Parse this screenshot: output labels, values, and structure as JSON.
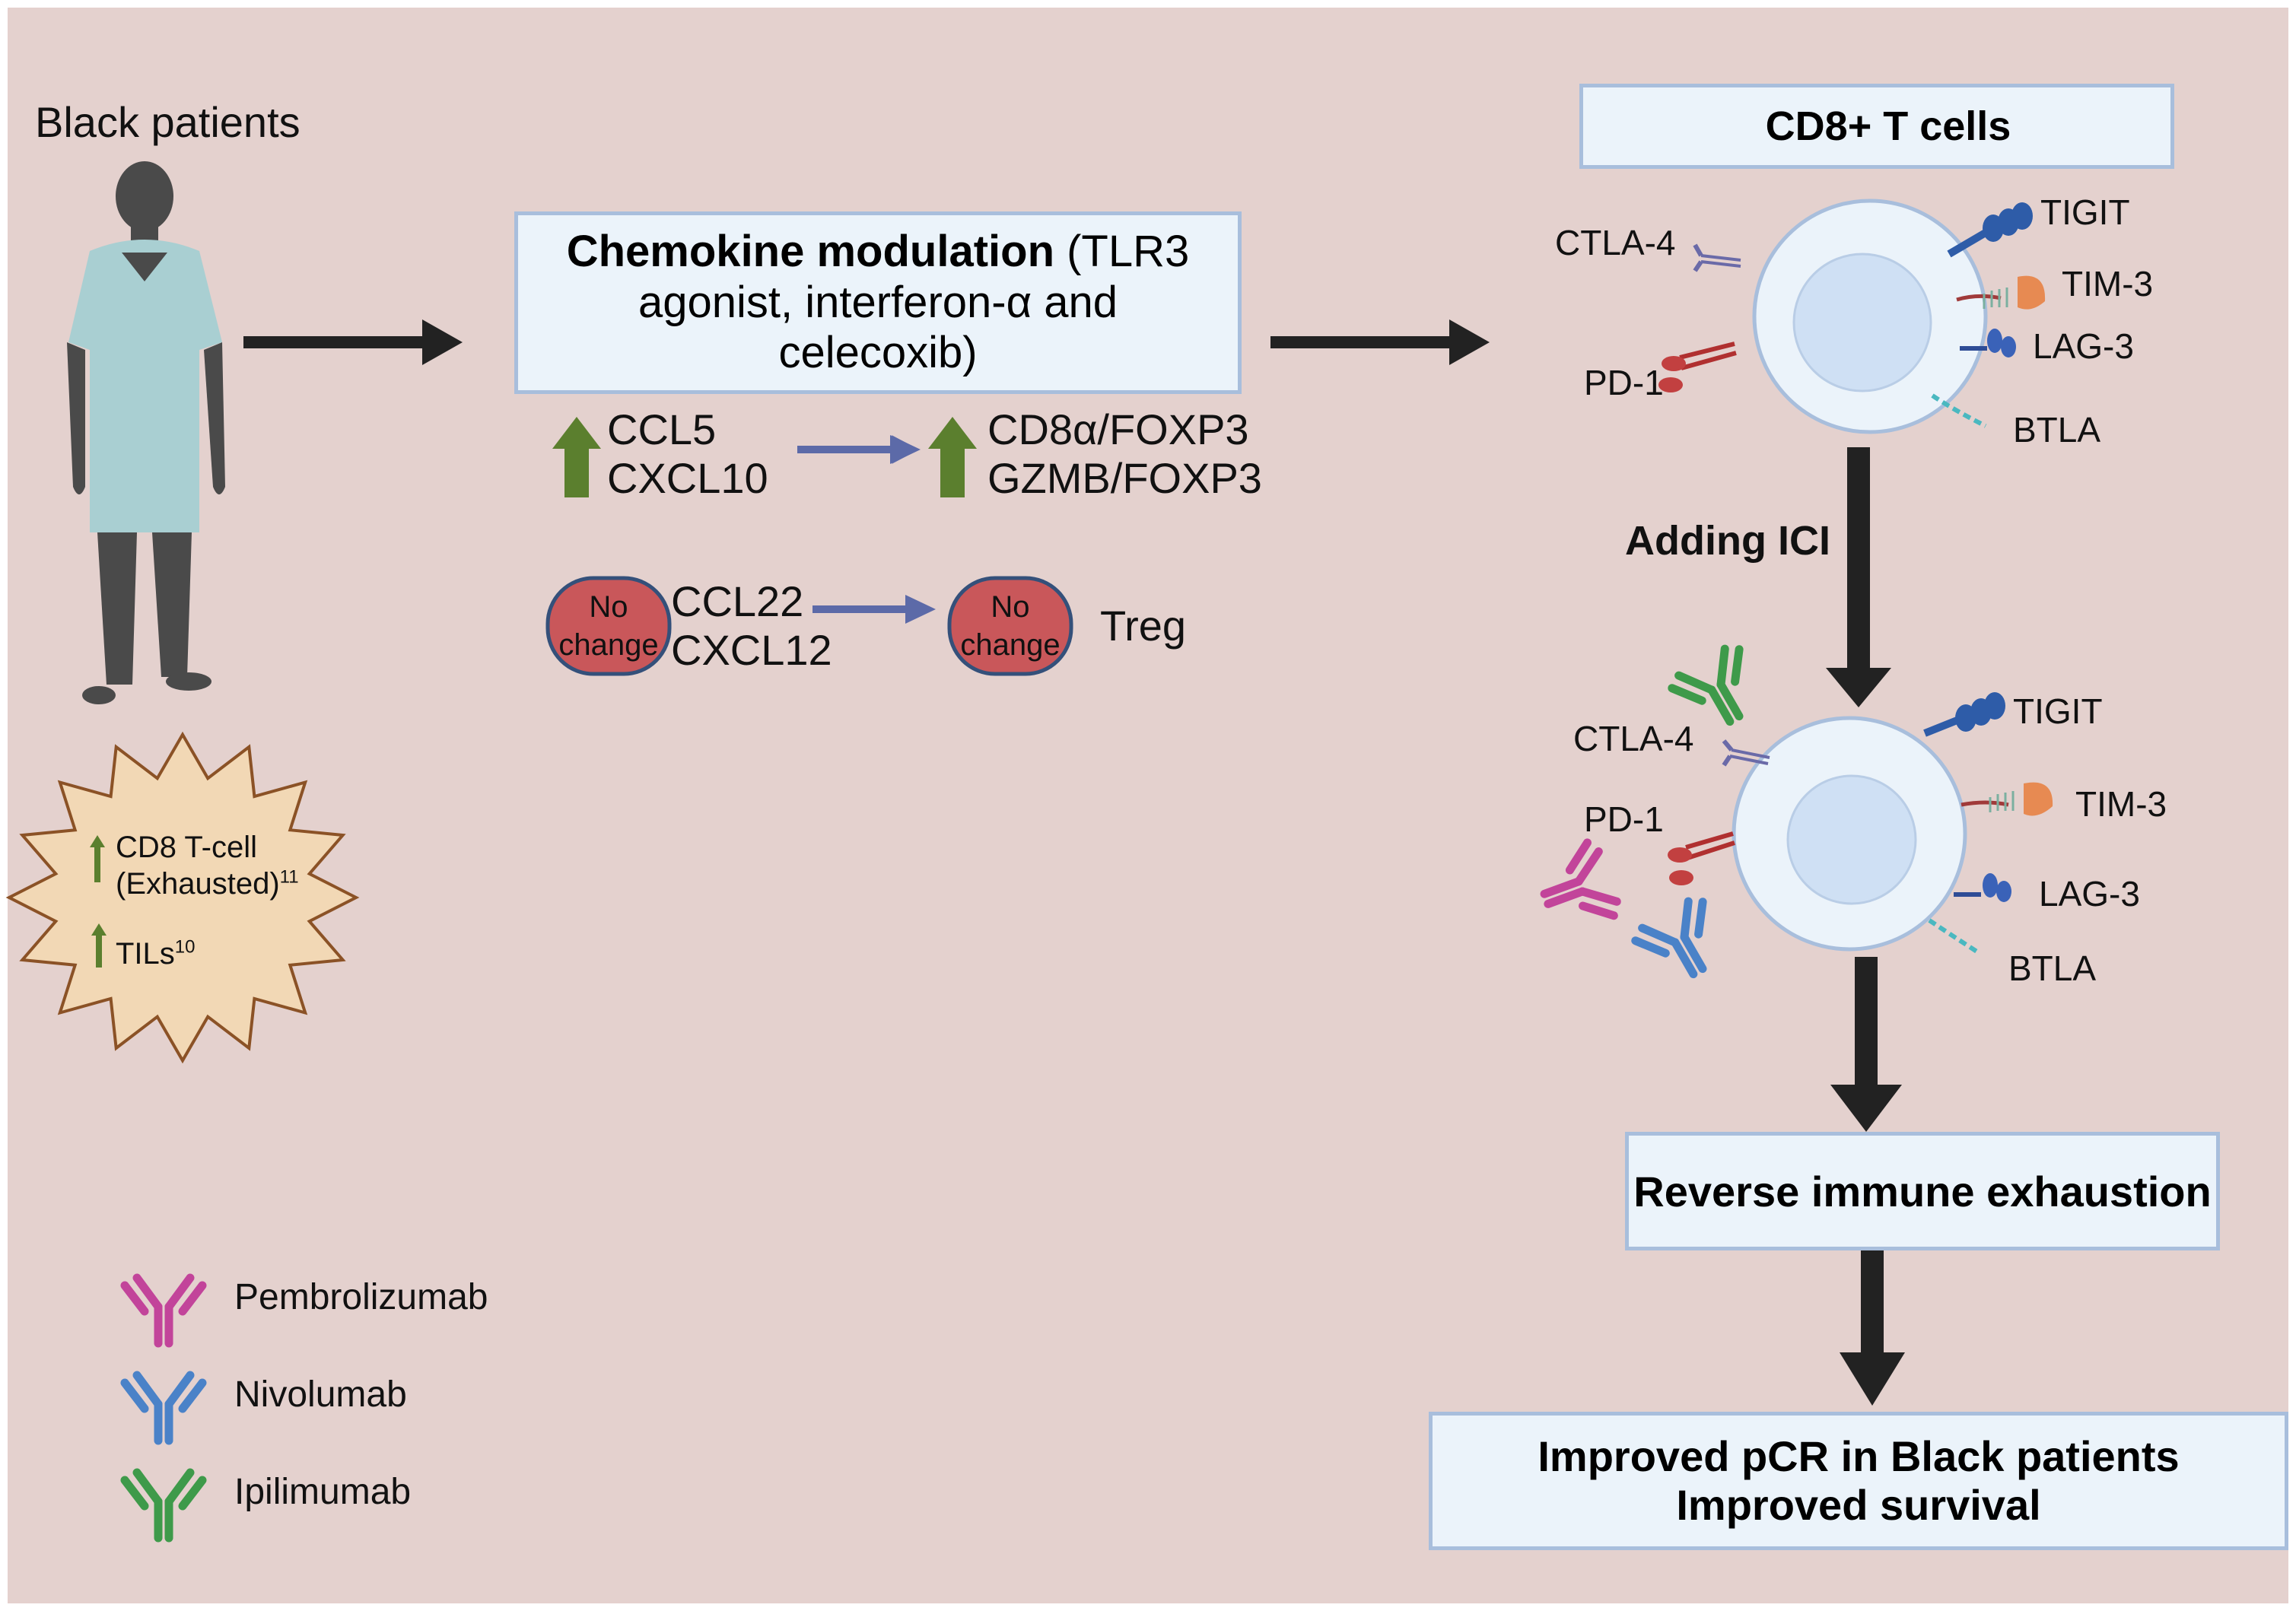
{
  "patient_label": "Black patients",
  "burst": {
    "line1": "CD8 T-cell",
    "line2": "(Exhausted)",
    "line2_sup": "11",
    "line3": "TILs",
    "line3_sup": "10"
  },
  "chemokine_box": {
    "bold": "Chemokine modulation",
    "rest": " (TLR3",
    "line2": "agonist, interferon-α and",
    "line3": "celecoxib)"
  },
  "up_group": {
    "left": [
      "CCL5",
      "CXCL10"
    ],
    "right": [
      "CD8α/FOXP3",
      "GZMB/FOXP3"
    ]
  },
  "no_change_group": {
    "badge_line1": "No",
    "badge_line2": "change",
    "left": [
      "CCL22",
      "CXCL12"
    ],
    "right": "Treg"
  },
  "cd8_box": "CD8+ T cells",
  "cell1_receptors": {
    "ctla4": "CTLA-4",
    "pd1": "PD-1",
    "tigit": "TIGIT",
    "tim3": "TIM-3",
    "lag3": "LAG-3",
    "btla": "BTLA"
  },
  "adding_ici": "Adding ICI",
  "cell2_receptors": {
    "ctla4": "CTLA-4",
    "pd1": "PD-1",
    "tigit": "TIGIT",
    "tim3": "TIM-3",
    "lag3": "LAG-3",
    "btla": "BTLA"
  },
  "reverse_box": "Reverse immune exhaustion",
  "outcome_box": {
    "line1": "Improved pCR in Black patients",
    "line2": "Improved survival"
  },
  "legend": [
    {
      "label": "Pembrolizumab",
      "color": "#c2449a",
      "icon": "antibody-icon"
    },
    {
      "label": "Nivolumab",
      "color": "#4a82c8",
      "icon": "antibody-icon"
    },
    {
      "label": "Ipilimumab",
      "color": "#3e9a4a",
      "icon": "antibody-icon"
    }
  ],
  "colors": {
    "background": "#e4d1ce",
    "up_arrow": "#5b7f2e",
    "flow_arrow": "#5c6aa8",
    "badge": "#c9575a",
    "box_fill": "#ebf3fa",
    "box_border": "#a8bedc"
  }
}
